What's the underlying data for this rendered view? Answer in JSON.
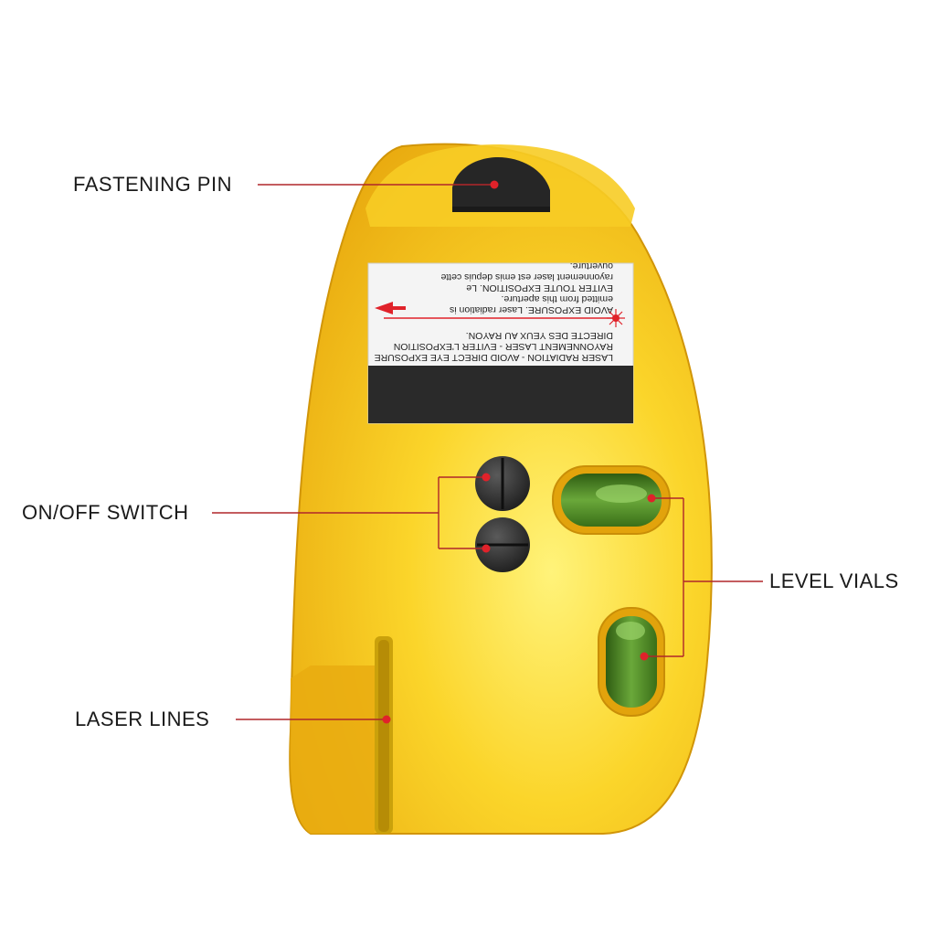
{
  "callouts": {
    "fastening_pin": "FASTENING PIN",
    "on_off_switch": "ON/OFF SWITCH",
    "level_vials": "LEVEL VIALS",
    "laser_lines": "LASER LINES"
  },
  "warning_label": {
    "lines": [
      "LASER RADIATION - AVOID DIRECT EYE EXPOSURE",
      "RAYONNEMENT LASER - EVITER L'EXPOSITION",
      "DIRECTE DES YEUX AU RAYON.",
      "AVOID EXPOSURE. Laser radiation is",
      "emitted from this aperture.",
      "EVITER TOUTE EXPOSITION. Le",
      "rayonnement laser est emis depuis cette",
      "ouverture."
    ]
  },
  "colors": {
    "body_yellow": "#f4c21a",
    "callout_line": "#b0262a",
    "callout_dot": "#e0222a",
    "vial_green": "#3f7a1e",
    "dark_parts": "#2b2b2b"
  }
}
